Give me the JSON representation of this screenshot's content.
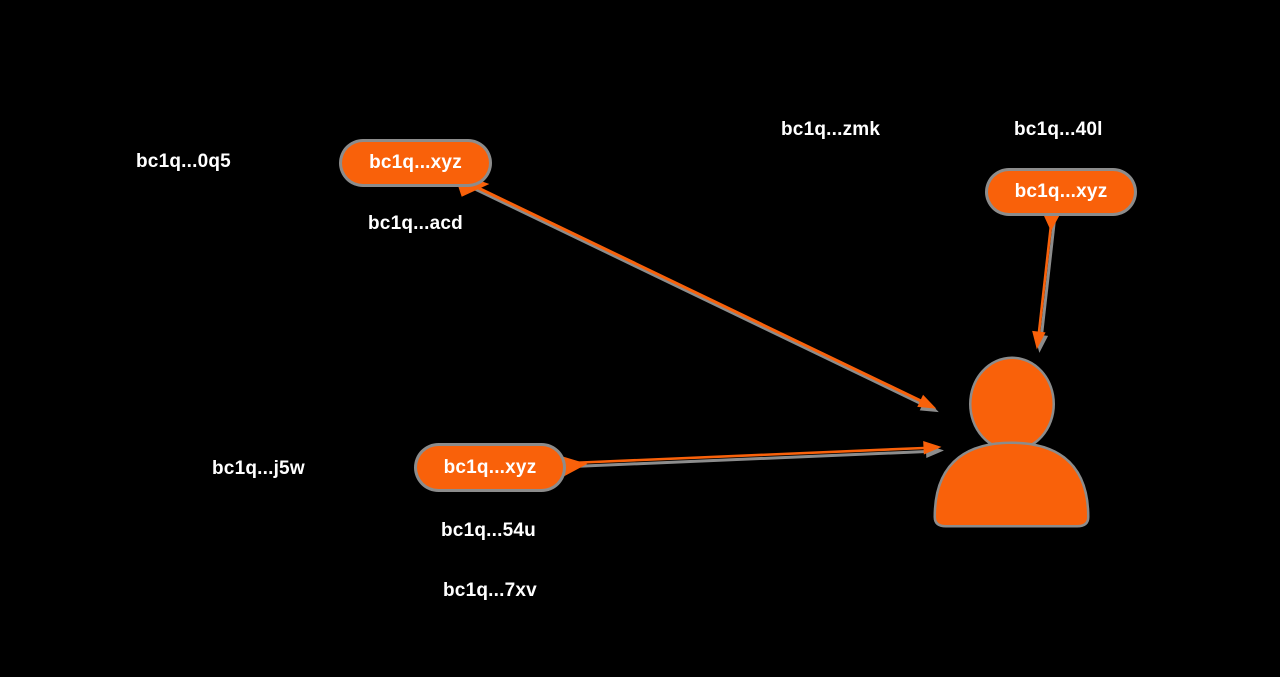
{
  "colors": {
    "background": "#000000",
    "accent_orange": "#F9610A",
    "halo_gray": "#8C8C8C",
    "label_text": "#FFFFFF"
  },
  "graph": {
    "pill_nodes": [
      {
        "id": "utxo-pill-top-left",
        "label": "bc1q...xyz"
      },
      {
        "id": "utxo-pill-top-right",
        "label": "bc1q...xyz"
      },
      {
        "id": "utxo-pill-bottom",
        "label": "bc1q...xyz"
      }
    ],
    "text_nodes": [
      {
        "id": "addr-0q5",
        "label": "bc1q...0q5"
      },
      {
        "id": "addr-acd",
        "label": "bc1q...acd"
      },
      {
        "id": "addr-zmk",
        "label": "bc1q...zmk"
      },
      {
        "id": "addr-40l",
        "label": "bc1q...40l"
      },
      {
        "id": "addr-j5w",
        "label": "bc1q...j5w"
      },
      {
        "id": "addr-54u",
        "label": "bc1q...54u"
      },
      {
        "id": "addr-7xv",
        "label": "bc1q...7xv"
      }
    ],
    "entity_node": {
      "id": "person-entity",
      "icon": "person-icon"
    },
    "edges": [
      {
        "from": "utxo-pill-top-left",
        "to": "person-entity",
        "arrow": "into-person"
      },
      {
        "from": "utxo-pill-bottom",
        "to": "person-entity",
        "arrow": "into-person"
      },
      {
        "from": "utxo-pill-top-right",
        "to": "person-entity",
        "arrow": "into-person"
      }
    ]
  }
}
